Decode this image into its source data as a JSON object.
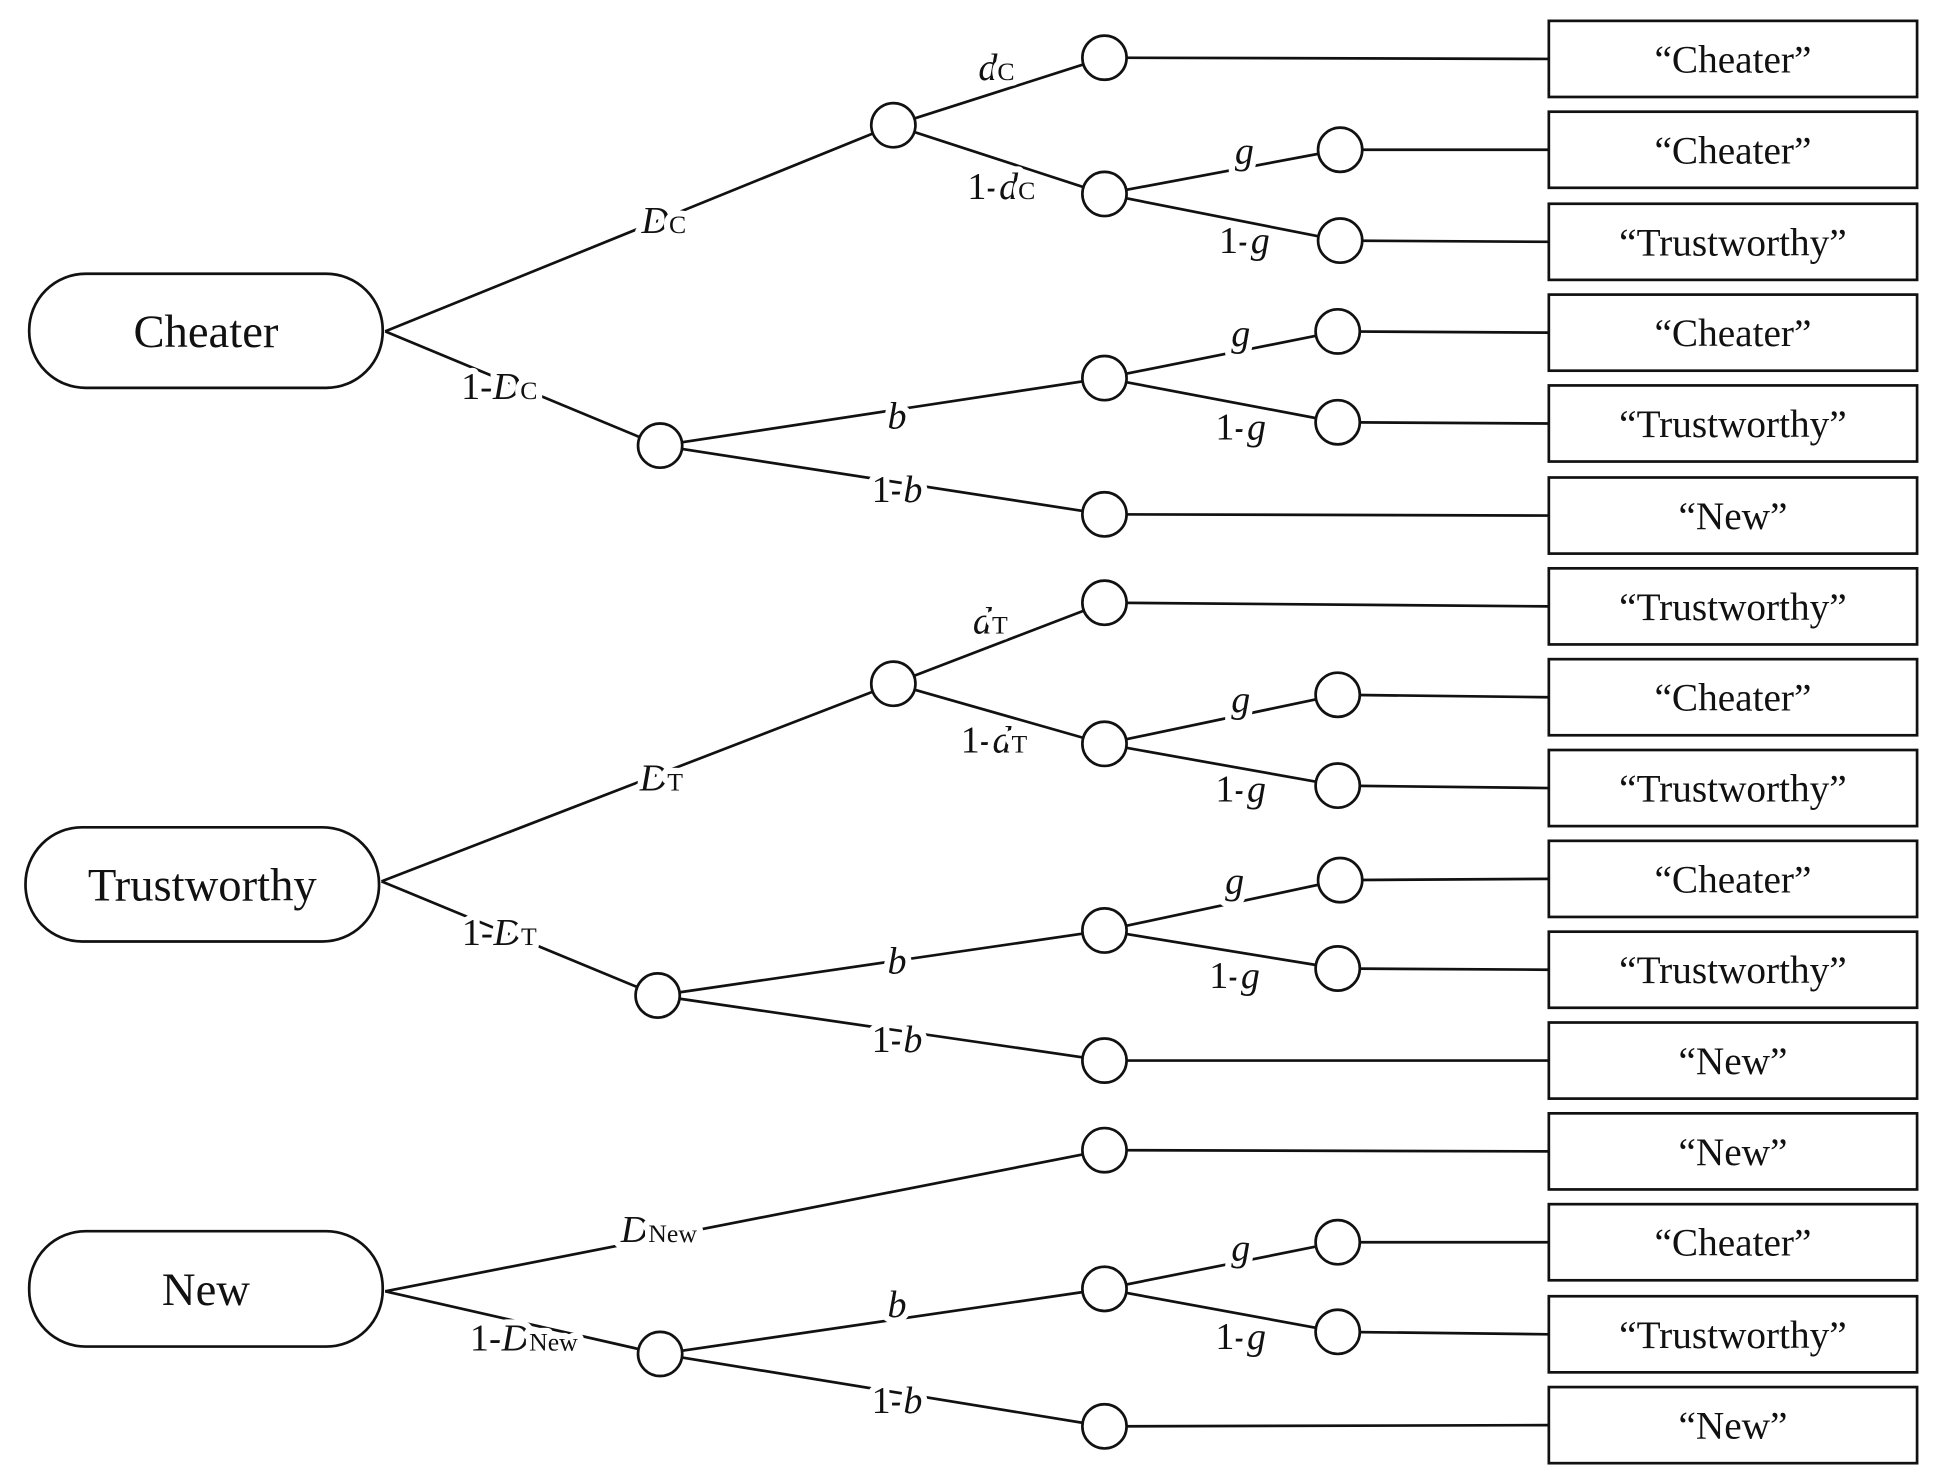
{
  "trees": [
    {
      "state": "Cheater",
      "labels": {
        "D": {
          "pre": "",
          "var": "D",
          "sub": "C"
        },
        "notD": {
          "pre": "1-",
          "var": "D",
          "sub": "C"
        },
        "d": {
          "pre": "",
          "var": "d",
          "sub": "C"
        },
        "notd": {
          "pre": "1-",
          "var": "d",
          "sub": "C"
        },
        "g1": {
          "pre": "",
          "var": "g",
          "sub": ""
        },
        "g1n": {
          "pre": "1-",
          "var": "g",
          "sub": ""
        },
        "b": {
          "pre": "",
          "var": "b",
          "sub": ""
        },
        "notb": {
          "pre": "1-",
          "var": "b",
          "sub": ""
        },
        "g2": {
          "pre": "",
          "var": "g",
          "sub": ""
        },
        "g2n": {
          "pre": "1-",
          "var": "g",
          "sub": ""
        }
      }
    },
    {
      "state": "Trustworthy",
      "labels": {
        "D": {
          "pre": "",
          "var": "D",
          "sub": "T"
        },
        "notD": {
          "pre": "1-",
          "var": "D",
          "sub": "T"
        },
        "d": {
          "pre": "",
          "var": "d",
          "sub": "T"
        },
        "notd": {
          "pre": "1-",
          "var": "d",
          "sub": "T"
        },
        "g1": {
          "pre": "",
          "var": "g",
          "sub": ""
        },
        "g1n": {
          "pre": "1-",
          "var": "g",
          "sub": ""
        },
        "b": {
          "pre": "",
          "var": "b",
          "sub": ""
        },
        "notb": {
          "pre": "1-",
          "var": "b",
          "sub": ""
        },
        "g2": {
          "pre": "",
          "var": "g",
          "sub": ""
        },
        "g2n": {
          "pre": "1-",
          "var": "g",
          "sub": ""
        }
      }
    },
    {
      "state": "New",
      "labels": {
        "D": {
          "pre": "",
          "var": "D",
          "sub": "New"
        },
        "notD": {
          "pre": "1-",
          "var": "D",
          "sub": "New"
        },
        "b": {
          "pre": "",
          "var": "b",
          "sub": ""
        },
        "notb": {
          "pre": "1-",
          "var": "b",
          "sub": ""
        },
        "g2": {
          "pre": "",
          "var": "g",
          "sub": ""
        },
        "g2n": {
          "pre": "1-",
          "var": "g",
          "sub": ""
        }
      }
    }
  ],
  "outcomes": [
    "“Cheater”",
    "“Cheater”",
    "“Trustworthy”",
    "“Cheater”",
    "“Trustworthy”",
    "“New”",
    "“Trustworthy”",
    "“Cheater”",
    "“Trustworthy”",
    "“Cheater”",
    "“Trustworthy”",
    "“New”",
    "“New”",
    "“Cheater”",
    "“Trustworthy”",
    "“New”"
  ]
}
